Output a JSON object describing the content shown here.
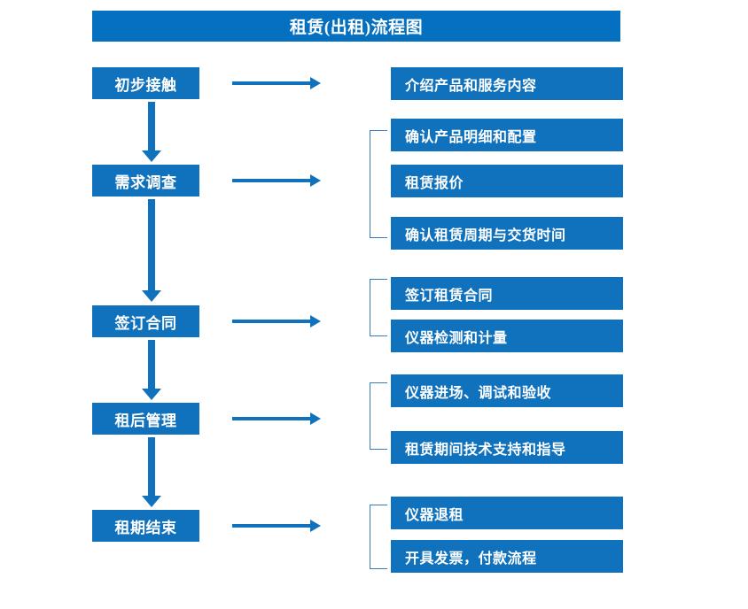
{
  "title": "租赁(出租)流程图",
  "colors": {
    "banner": "#0670c0",
    "box": "#1072bd",
    "arrow": "#1072bd",
    "bracket": "#3a7cb8",
    "text": "#ffffff",
    "background": "#ffffff"
  },
  "stages": [
    {
      "label": "初步接触"
    },
    {
      "label": "需求调查"
    },
    {
      "label": "签订合同"
    },
    {
      "label": "租后管理"
    },
    {
      "label": "租期结束"
    }
  ],
  "details": [
    {
      "label": "介绍产品和服务内容"
    },
    {
      "label": "确认产品明细和配置"
    },
    {
      "label": "租赁报价"
    },
    {
      "label": "确认租赁周期与交货时间"
    },
    {
      "label": "签订租赁合同"
    },
    {
      "label": "仪器检测和计量"
    },
    {
      "label": "仪器进场、调试和验收"
    },
    {
      "label": "租赁期间技术支持和指导"
    },
    {
      "label": "仪器退租"
    },
    {
      "label": "开具发票，付款流程"
    }
  ],
  "groups": [
    {
      "stage": "初步接触",
      "items": [
        "介绍产品和服务内容"
      ],
      "bracket": false
    },
    {
      "stage": "需求调查",
      "items": [
        "确认产品明细和配置",
        "租赁报价",
        "确认租赁周期与交货时间"
      ],
      "bracket": true
    },
    {
      "stage": "签订合同",
      "items": [
        "签订租赁合同",
        "仪器检测和计量"
      ],
      "bracket": true
    },
    {
      "stage": "租后管理",
      "items": [
        "仪器进场、调试和验收",
        "租赁期间技术支持和指导"
      ],
      "bracket": true
    },
    {
      "stage": "租期结束",
      "items": [
        "仪器退租",
        "开具发票，付款流程"
      ],
      "bracket": true
    }
  ]
}
